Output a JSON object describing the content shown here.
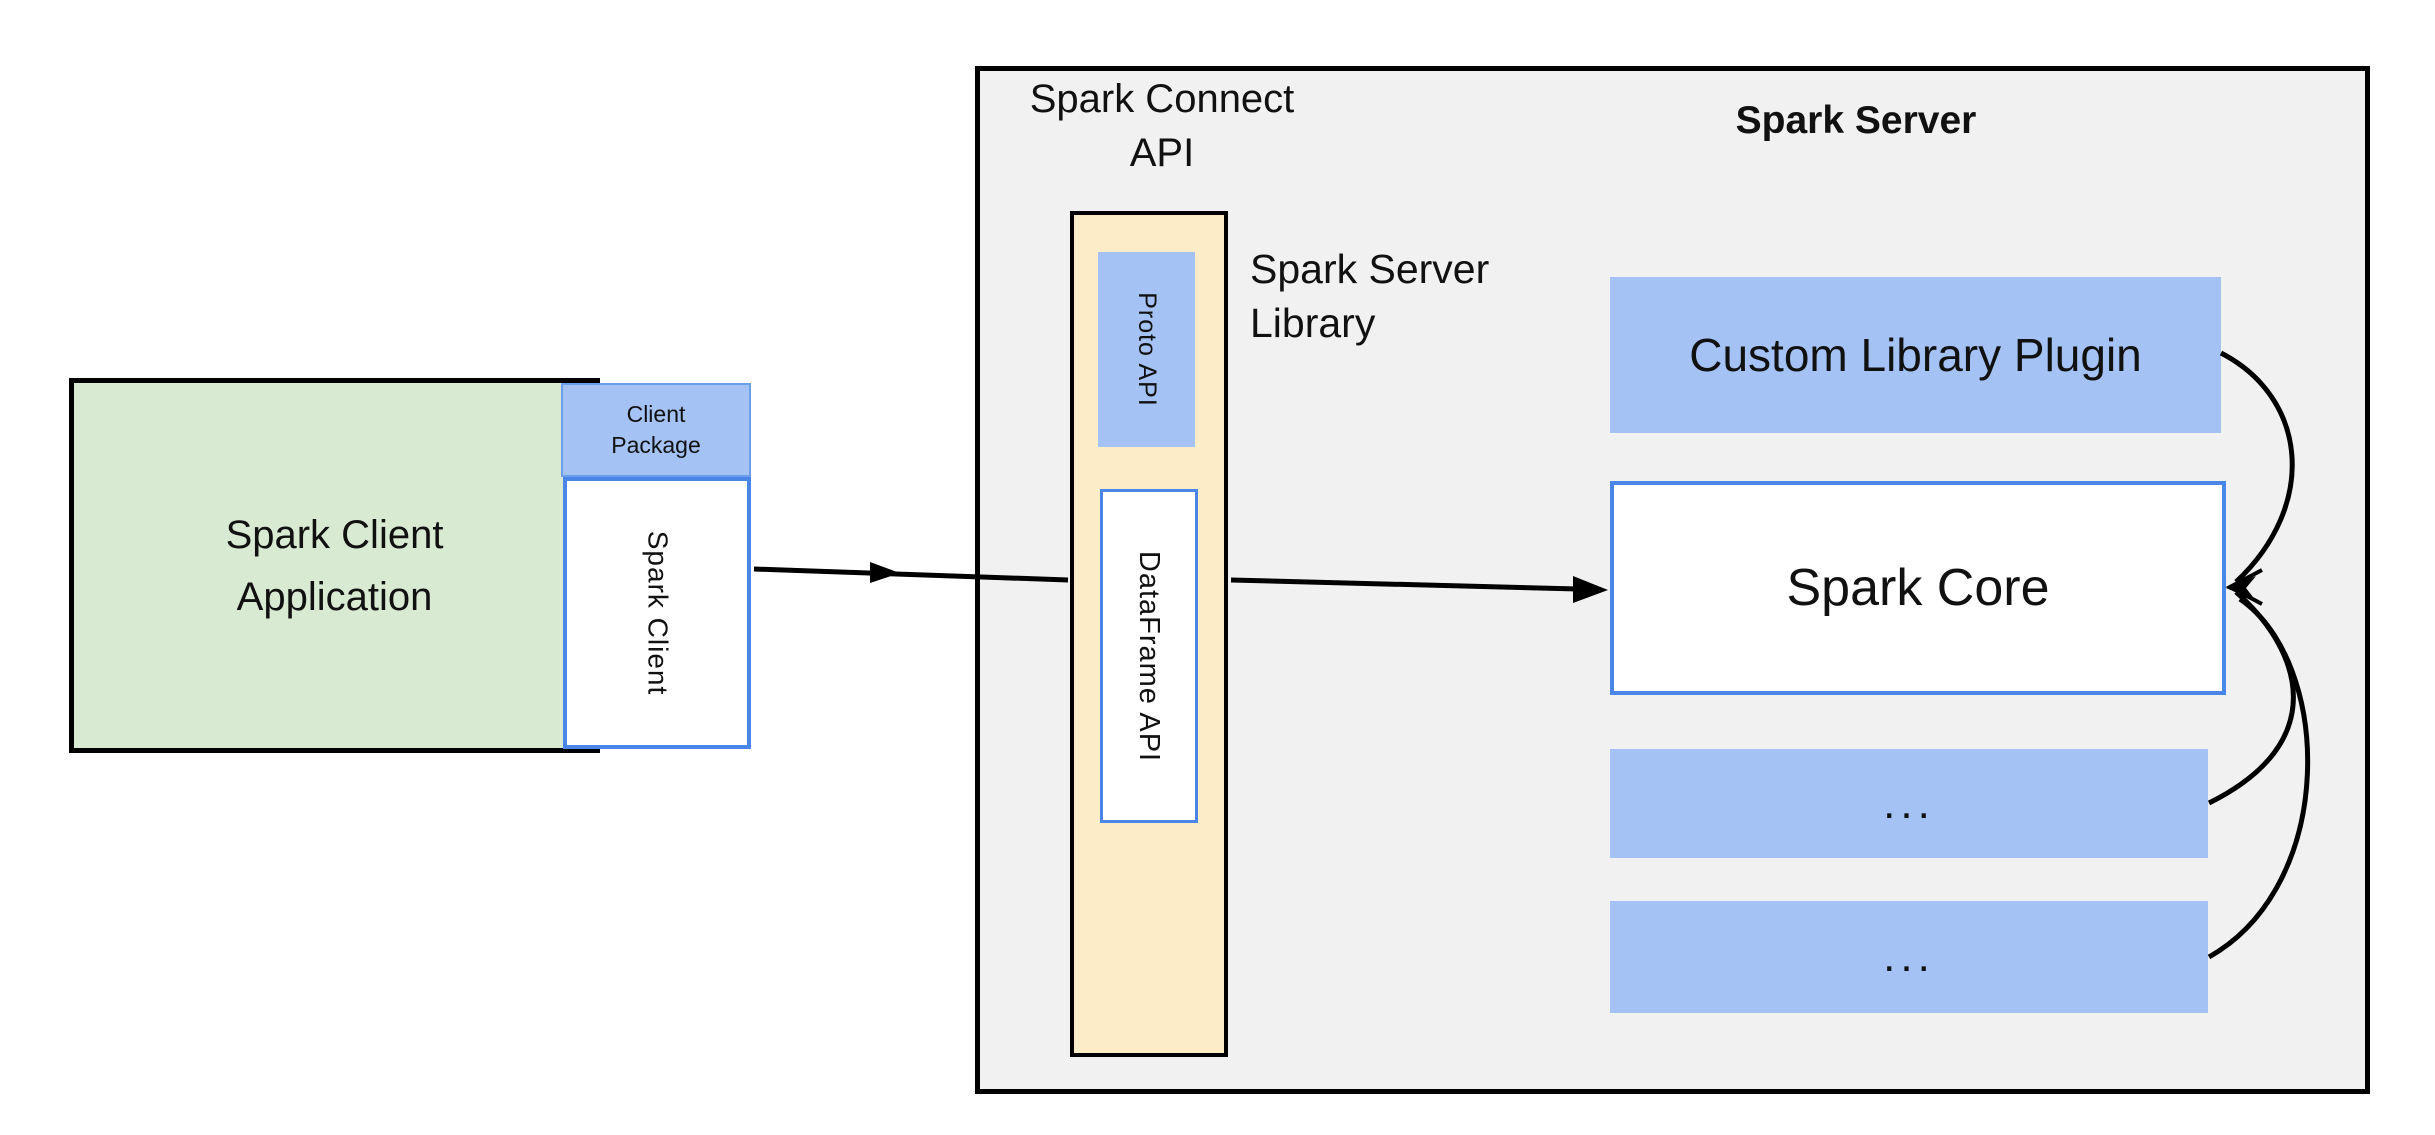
{
  "diagram": {
    "client": {
      "app_title_line1": "Spark Client",
      "app_title_line2": "Application",
      "package_line1": "Client",
      "package_line2": "Package",
      "spark_client_label": "Spark Client"
    },
    "connect_api": {
      "title_line1": "Spark Connect",
      "title_line2": "API",
      "proto_label": "Proto API",
      "dataframe_label": "DataFrame API",
      "library_line1": "Spark Server",
      "library_line2": "Library"
    },
    "server": {
      "title": "Spark Server",
      "plugin_label": "Custom Library Plugin",
      "core_label": "Spark Core",
      "more_plugins_1": "...",
      "more_plugins_2": "..."
    },
    "colors": {
      "light_blue_fill": "#a4c2f4",
      "blue_border": "#4a86e8",
      "green_fill": "#d9ead3",
      "cream_fill": "#fdecc8",
      "gray_fill": "#f1f1f2",
      "line_color": "#000000"
    }
  }
}
